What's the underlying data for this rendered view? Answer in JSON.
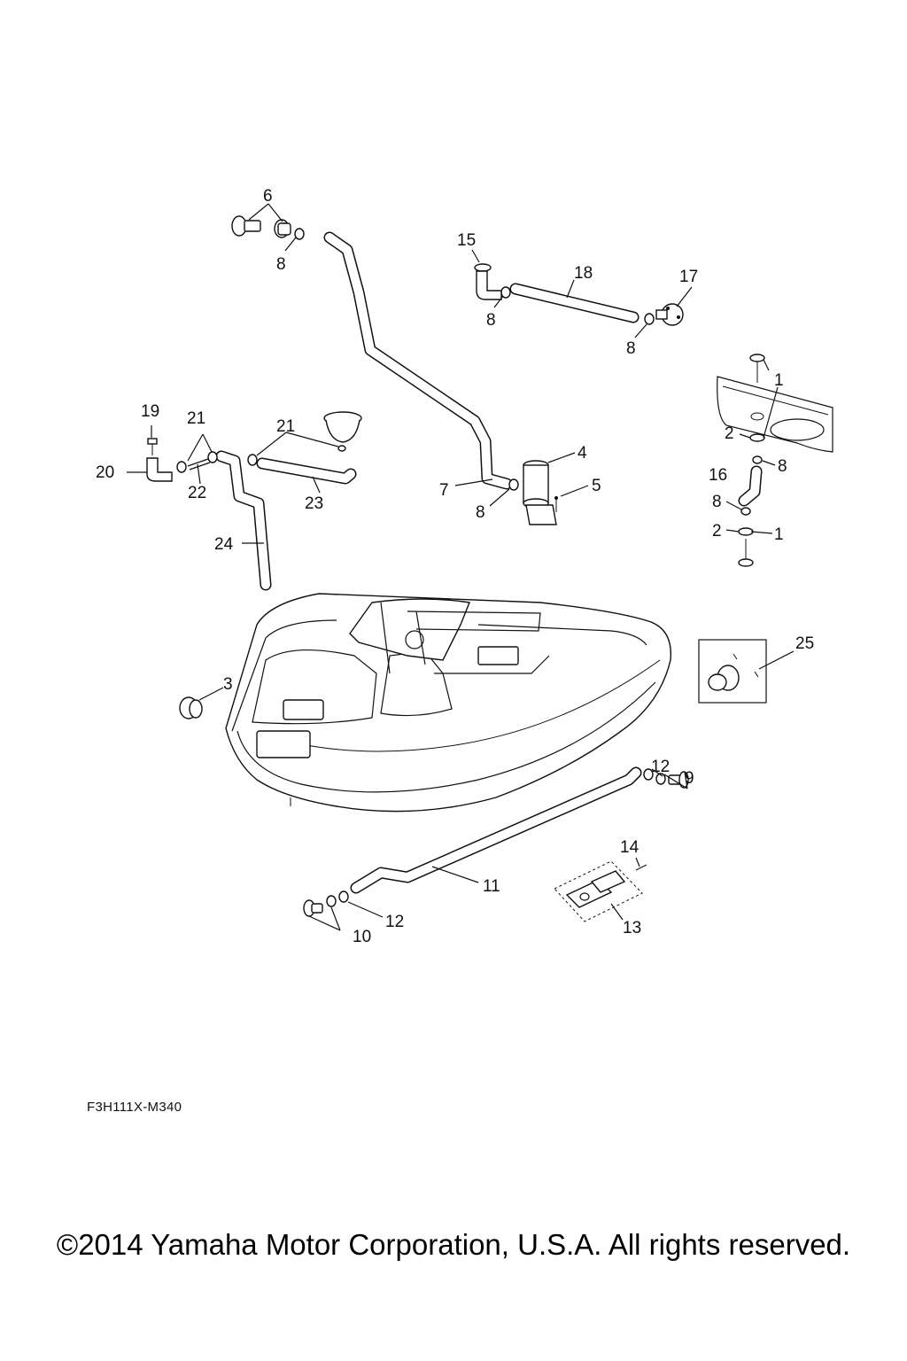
{
  "diagram_code": "F3H111X-M340",
  "copyright": "©2014 Yamaha Motor Corporation, U.S.A. All rights reserved.",
  "callouts": {
    "c1a": "1",
    "c1b": "1",
    "c2a": "2",
    "c2b": "2",
    "c3": "3",
    "c4": "4",
    "c5": "5",
    "c6": "6",
    "c7": "7",
    "c8a": "8",
    "c8b": "8",
    "c8c": "8",
    "c8d": "8",
    "c8e": "8",
    "c8f": "8",
    "c9": "9",
    "c10": "10",
    "c11": "11",
    "c12a": "12",
    "c12b": "12",
    "c13": "13",
    "c14": "14",
    "c15": "15",
    "c16": "16",
    "c17": "17",
    "c18": "18",
    "c19": "19",
    "c20": "20",
    "c21a": "21",
    "c21b": "21",
    "c22": "22",
    "c23": "23",
    "c24": "24",
    "c25": "25"
  }
}
